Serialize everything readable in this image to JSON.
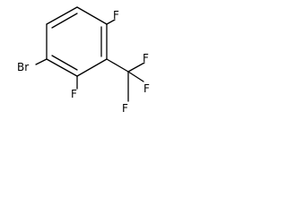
{
  "molecule": {
    "atoms": {
      "f_top": "F",
      "br": "Br",
      "f_middle": "F",
      "f_cf3_top": "F",
      "f_cf3_right": "F",
      "f_cf3_bottom": "F"
    }
  }
}
